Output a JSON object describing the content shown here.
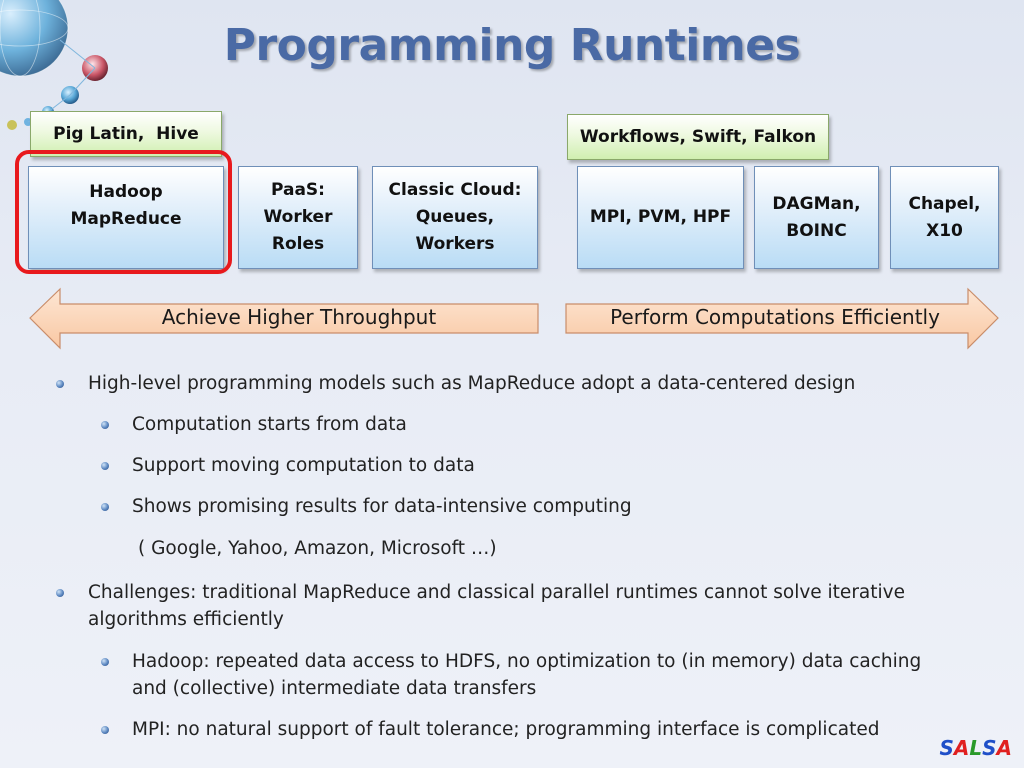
{
  "title": "Programming Runtimes",
  "top_boxes": {
    "pig_latin_hive": "Pig Latin,  Hive",
    "workflows": "Workflows, Swift, Falkon"
  },
  "boxes": [
    "Hadoop\nMapReduce",
    "PaaS:\nWorker\nRoles",
    "Classic Cloud:\nQueues,\nWorkers",
    "MPI, PVM, HPF",
    "DAGMan,\nBOINC",
    "Chapel,\nX10"
  ],
  "arrows": {
    "left": "Achieve Higher Throughput",
    "right": "Perform Computations Efficiently"
  },
  "bullets": {
    "b1": "High-level programming models such as MapReduce adopt a data-centered design",
    "b1_sub1": "Computation starts from data",
    "b1_sub2": "Support moving computation to data",
    "b1_sub3": "Shows promising results for data-intensive computing",
    "b1_sub3_cont": "( Google, Yahoo, Amazon, Microsoft …)",
    "b2_line1": "Challenges:  traditional MapReduce and classical parallel runtimes cannot solve iterative",
    "b2_line2": "algorithms efficiently",
    "b2_sub1_line1": "Hadoop: repeated data access to HDFS, no optimization to (in memory) data caching",
    "b2_sub1_line2": "and (collective) intermediate data transfers",
    "b2_sub2": "MPI: no natural support of fault tolerance; programming interface is complicated"
  },
  "logo": {
    "letters": [
      "S",
      "A",
      "L",
      "S",
      "A"
    ],
    "colors": [
      "#1f4fc8",
      "#e02020",
      "#2a9a2a",
      "#1f4fc8",
      "#e02020"
    ]
  },
  "colors": {
    "title": "#4a6aa5",
    "highlight": "#e8191d",
    "arrow_fill": "#fbd3b4"
  }
}
